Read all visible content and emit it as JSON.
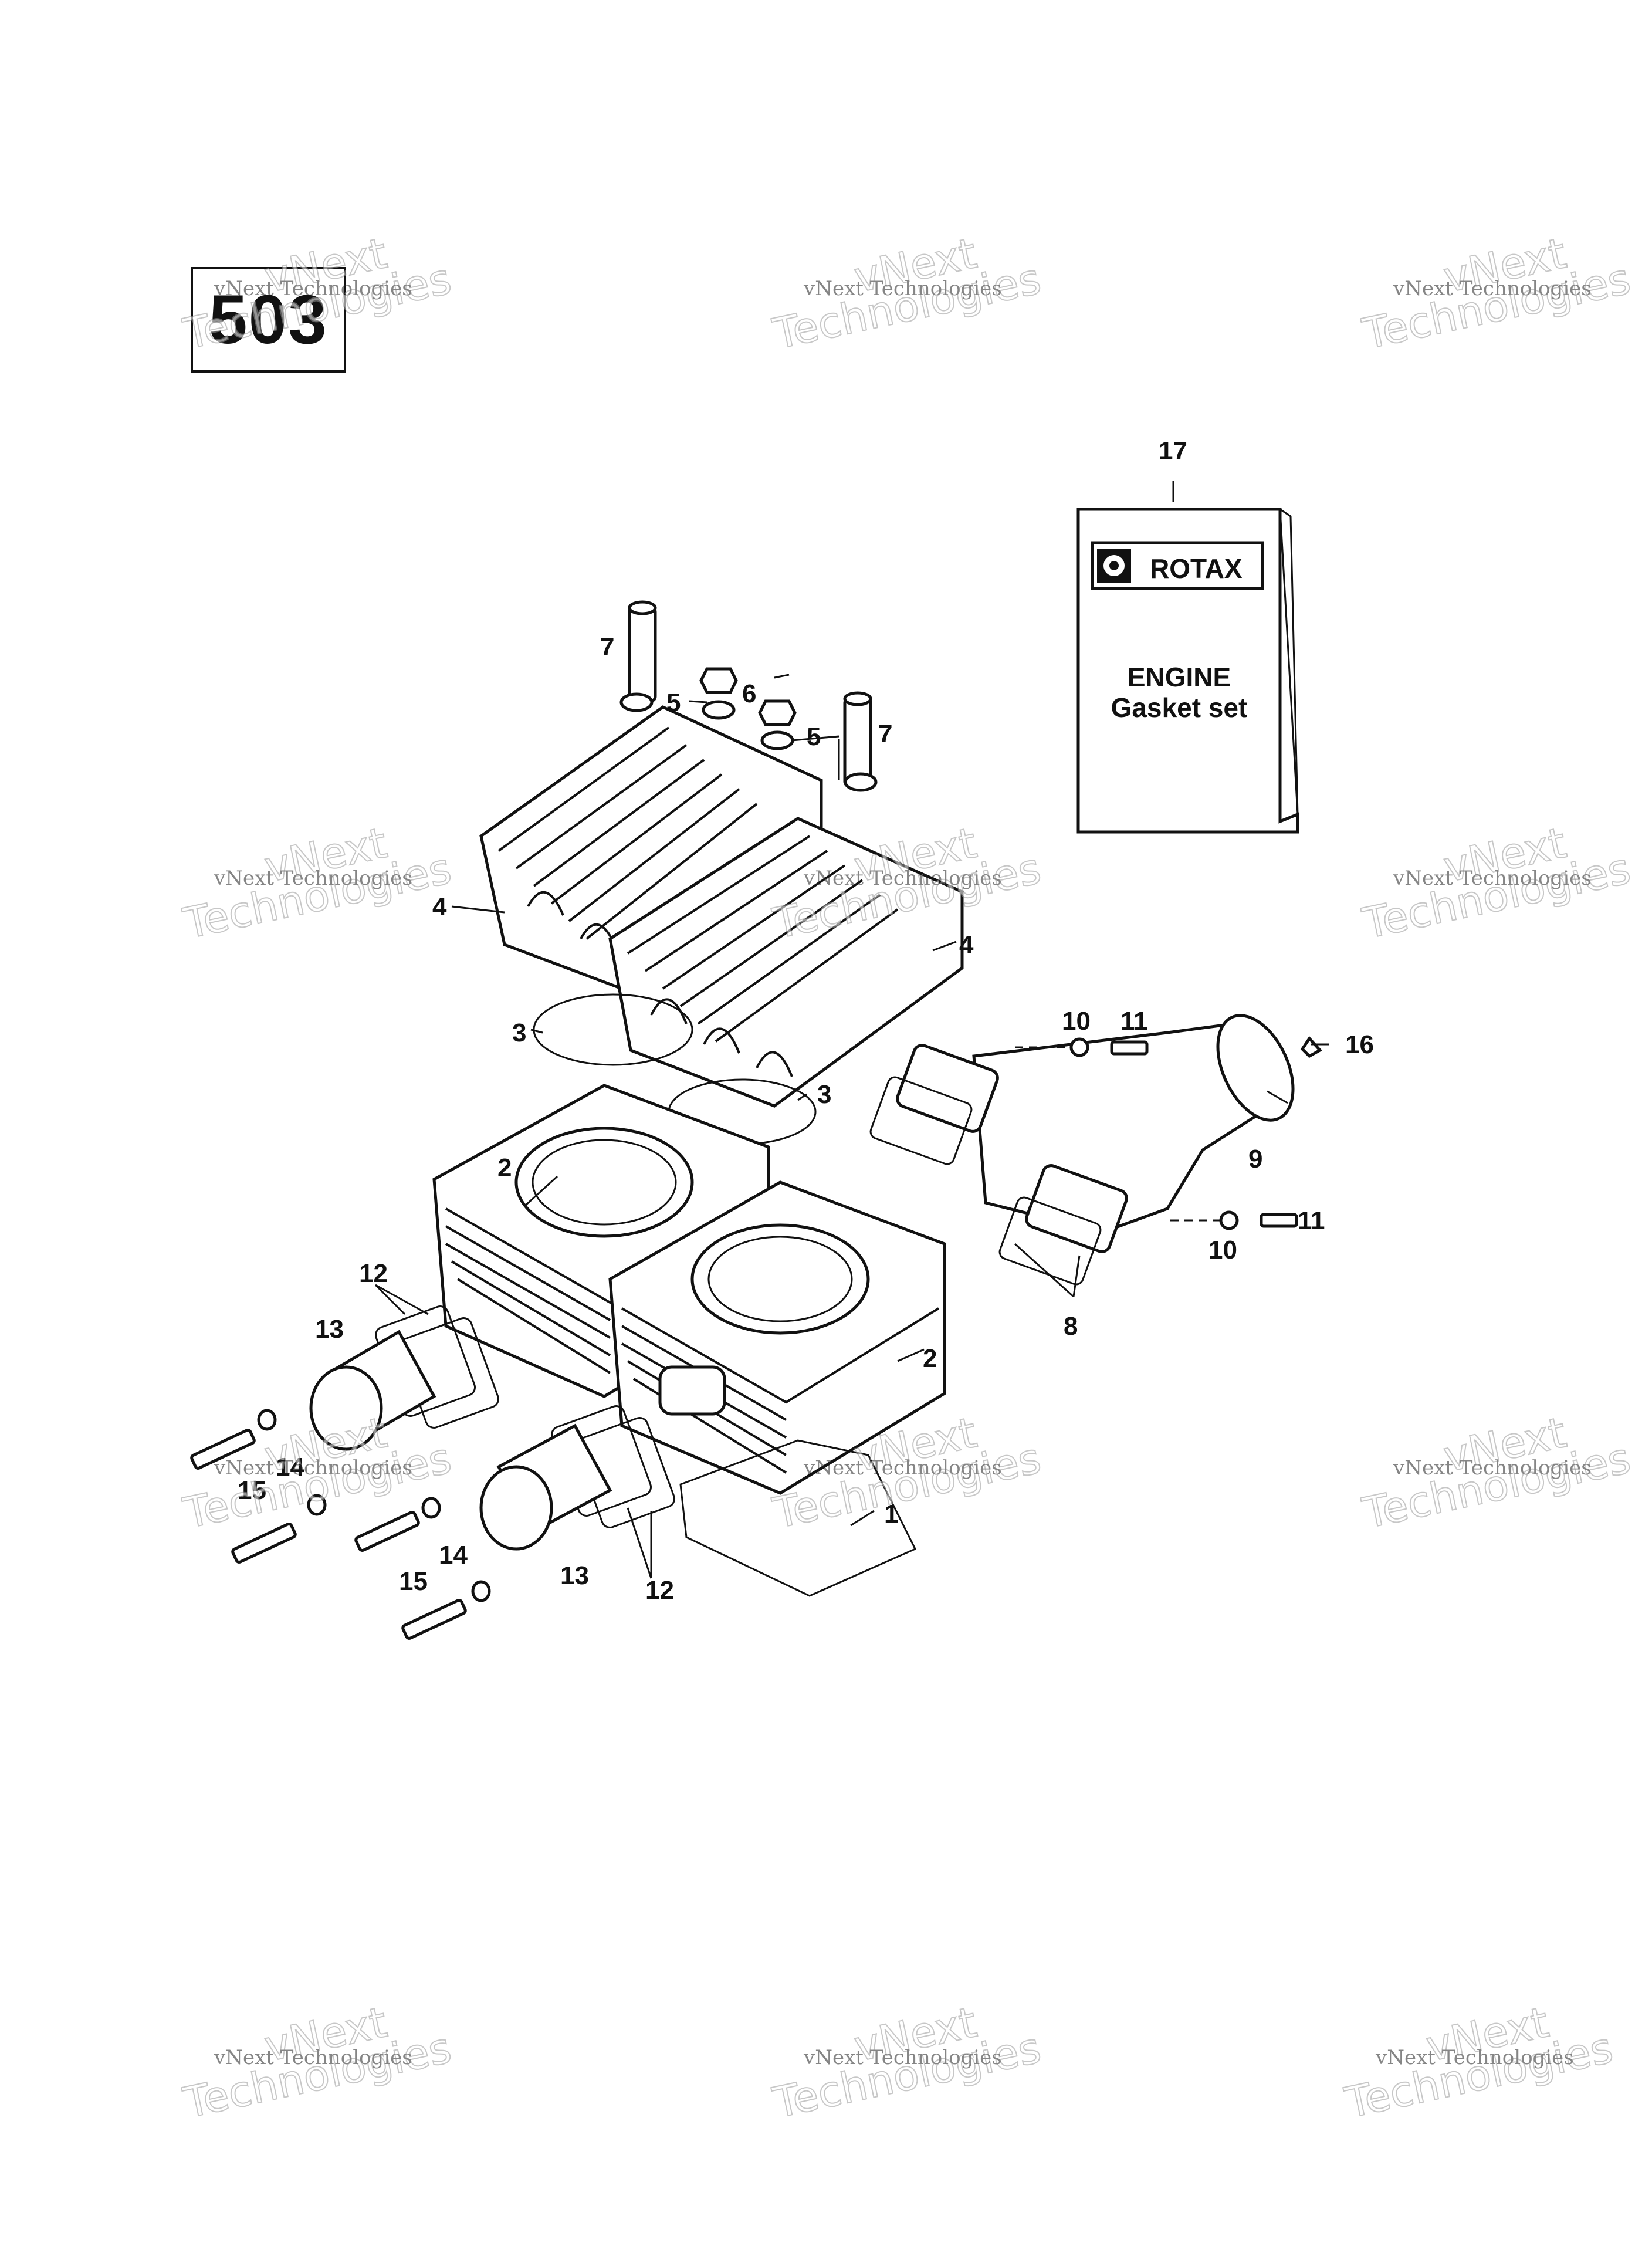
{
  "diagram": {
    "page_number": "503",
    "callouts": [
      "1",
      "2",
      "2",
      "3",
      "3",
      "4",
      "4",
      "5",
      "5",
      "6",
      "7",
      "7",
      "8",
      "9",
      "10",
      "10",
      "11",
      "11",
      "12",
      "12",
      "13",
      "13",
      "14",
      "14",
      "15",
      "15",
      "16",
      "17"
    ],
    "gasket_kit": {
      "brand": "ROTAX",
      "line1": "ENGINE",
      "line2": "Gasket set"
    },
    "watermark": {
      "small": "vNext Technologies",
      "big_top": "vNext",
      "big_bottom": "Technologies"
    }
  }
}
